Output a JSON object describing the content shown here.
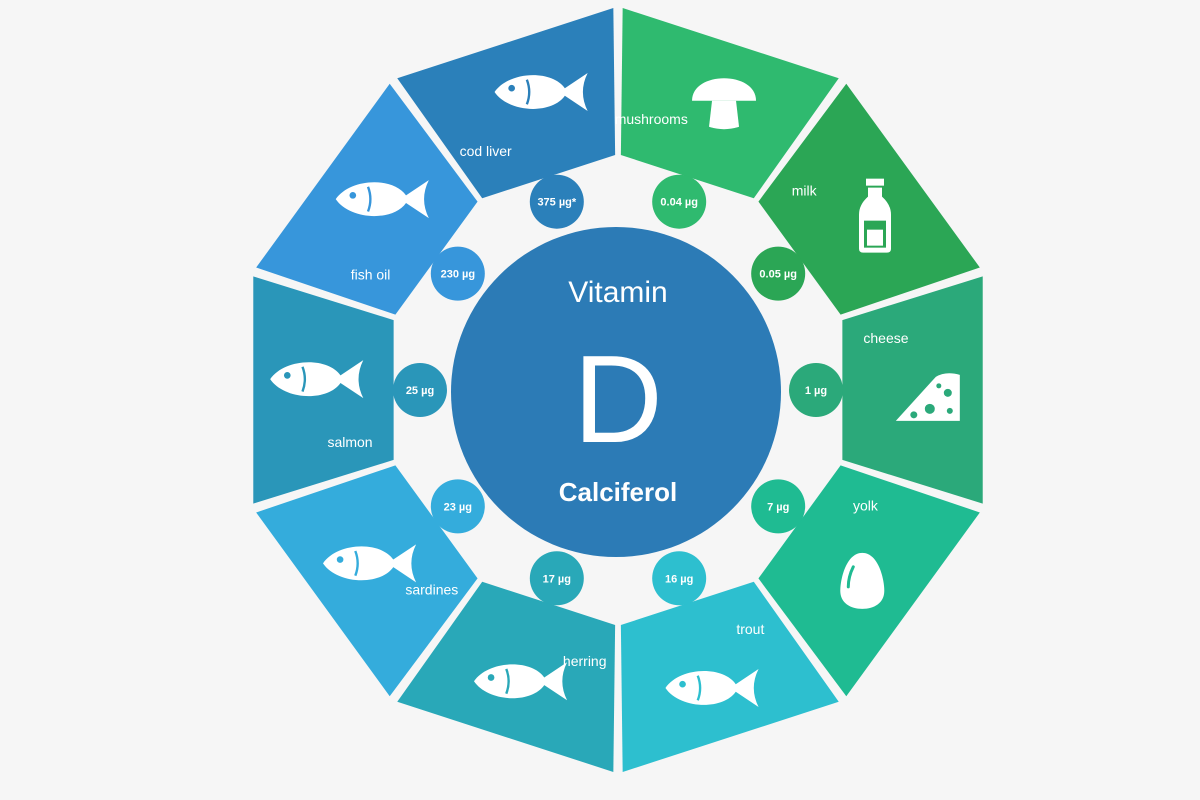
{
  "center": {
    "title": "Vitamin",
    "letter": "D",
    "subtitle": "Calciferol",
    "color": "#2c7bb6"
  },
  "sources": [
    {
      "label": "mushrooms",
      "amount": "0.04 µg",
      "icon": "mushroom-icon",
      "color": "#2fba6f",
      "amount_color": "#2fba6f"
    },
    {
      "label": "milk",
      "amount": "0.05 µg",
      "icon": "milk-bottle-icon",
      "color": "#2ba655",
      "amount_color": "#2ba655"
    },
    {
      "label": "cheese",
      "amount": "1 µg",
      "icon": "cheese-icon",
      "color": "#2ba97a",
      "amount_color": "#2ba97a"
    },
    {
      "label": "yolk",
      "amount": "7 µg",
      "icon": "egg-icon",
      "color": "#1fbb92",
      "amount_color": "#1fbb92"
    },
    {
      "label": "trout",
      "amount": "16 µg",
      "icon": "fish-icon",
      "color": "#2dbfcf",
      "amount_color": "#2dbfcf"
    },
    {
      "label": "herring",
      "amount": "17 µg",
      "icon": "fish-icon",
      "color": "#29a8b8",
      "amount_color": "#29a8b8"
    },
    {
      "label": "sardines",
      "amount": "23 µg",
      "icon": "fish-icon",
      "color": "#34acdc",
      "amount_color": "#34acdc"
    },
    {
      "label": "salmon",
      "amount": "25 µg",
      "icon": "fish-icon",
      "color": "#2a96b9",
      "amount_color": "#2a96b9"
    },
    {
      "label": "fish oil",
      "amount": "230 µg",
      "icon": "fish-icon",
      "color": "#3796db",
      "amount_color": "#3796db"
    },
    {
      "label": "cod liver",
      "amount": "375 µg*",
      "icon": "fish-icon",
      "color": "#2b80ba",
      "amount_color": "#2b80ba"
    }
  ]
}
